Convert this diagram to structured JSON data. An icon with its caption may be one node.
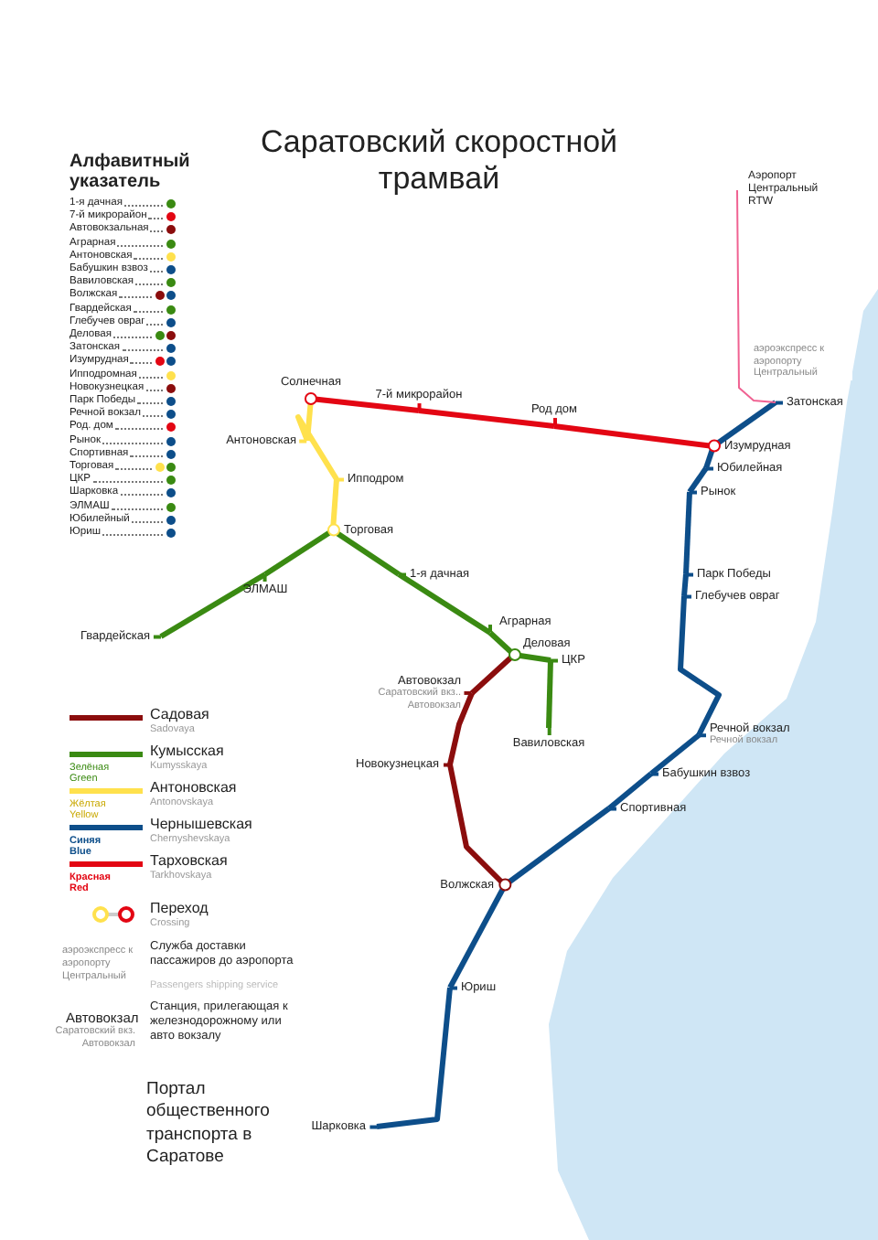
{
  "diagram": {
    "title": "Саратовский скоростной трамвай",
    "nodes": [
      {
        "text": [
          "Солнечная"
        ]
      },
      {
        "text": [
          "7-й микрорайон"
        ]
      },
      {
        "text": [
          "Род дом"
        ]
      },
      {
        "text": [
          "Изумрудная"
        ]
      },
      {
        "text": [
          "Антоновская"
        ]
      },
      {
        "text": [
          "Ипподром"
        ]
      },
      {
        "text": [
          "Торговая"
        ]
      },
      {
        "text": [
          "Гвардейская"
        ]
      },
      {
        "text": [
          "ЭЛМАШ"
        ]
      },
      {
        "text": [
          "1-я дачная"
        ]
      },
      {
        "text": [
          "Аграрная"
        ]
      },
      {
        "text": [
          "Деловая"
        ]
      },
      {
        "text": [
          "ЦКР"
        ]
      },
      {
        "text": [
          "Вавиловская"
        ]
      },
      {
        "text": [
          "Автовокзал"
        ],
        "beside": [
          "Саратовский вкз..",
          "Автовокзал"
        ]
      },
      {
        "text": [
          "Новокузнецкая"
        ]
      },
      {
        "text": [
          "Волжская"
        ]
      },
      {
        "text": [
          "Затонская"
        ]
      },
      {
        "text": [
          "Юбилейная"
        ]
      },
      {
        "text": [
          "Рынок"
        ]
      },
      {
        "text": [
          "Парк Победы"
        ]
      },
      {
        "text": [
          "Глебучев овраг"
        ]
      },
      {
        "text": [
          "Речной вокзал"
        ],
        "beside": [
          "Речной вокзал"
        ]
      },
      {
        "text": [
          "Бабушкин взвоз"
        ]
      },
      {
        "text": [
          "Спортивная"
        ]
      },
      {
        "text": [
          "Юриш"
        ]
      },
      {
        "text": [
          "Шарковка"
        ]
      },
      {
        "text": [
          "Аэропорт Центральный RTW"
        ]
      }
    ],
    "edges": [
      {
        "from": 0,
        "to": 1,
        "arrow": "none",
        "color": "#e30613"
      },
      {
        "from": 1,
        "to": 2,
        "arrow": "none",
        "color": "#e30613"
      },
      {
        "from": 2,
        "to": 3,
        "arrow": "none",
        "color": "#e30613"
      },
      {
        "from": 0,
        "to": 4,
        "arrow": "none",
        "color": "#ffe14d"
      },
      {
        "from": 4,
        "to": 5,
        "arrow": "none",
        "color": "#ffe14d"
      },
      {
        "from": 5,
        "to": 6,
        "arrow": "none",
        "color": "#ffe14d"
      },
      {
        "from": 7,
        "to": 8,
        "arrow": "none",
        "color": "#3a8a12"
      },
      {
        "from": 8,
        "to": 6,
        "arrow": "none",
        "color": "#3a8a12"
      },
      {
        "from": 6,
        "to": 9,
        "arrow": "none",
        "color": "#3a8a12"
      },
      {
        "from": 9,
        "to": 10,
        "arrow": "none",
        "color": "#3a8a12"
      },
      {
        "from": 10,
        "to": 11,
        "arrow": "none",
        "color": "#3a8a12"
      },
      {
        "from": 11,
        "to": 12,
        "arrow": "none",
        "color": "#3a8a12"
      },
      {
        "from": 12,
        "to": 13,
        "arrow": "none",
        "color": "#3a8a12"
      },
      {
        "from": 11,
        "to": 14,
        "arrow": "none",
        "color": "#8b0d0d"
      },
      {
        "from": 14,
        "to": 15,
        "arrow": "none",
        "color": "#8b0d0d"
      },
      {
        "from": 15,
        "to": 16,
        "arrow": "none",
        "color": "#8b0d0d"
      },
      {
        "from": 17,
        "to": 3,
        "arrow": "none",
        "color": "#0d4e8a"
      },
      {
        "from": 3,
        "to": 18,
        "arrow": "none",
        "color": "#0d4e8a"
      },
      {
        "from": 18,
        "to": 19,
        "arrow": "none",
        "color": "#0d4e8a"
      },
      {
        "from": 19,
        "to": 20,
        "arrow": "none",
        "color": "#0d4e8a"
      },
      {
        "from": 20,
        "to": 21,
        "arrow": "none",
        "color": "#0d4e8a"
      },
      {
        "from": 21,
        "to": 22,
        "arrow": "none",
        "color": "#0d4e8a"
      },
      {
        "from": 22,
        "to": 23,
        "arrow": "none",
        "color": "#0d4e8a"
      },
      {
        "from": 23,
        "to": 24,
        "arrow": "none",
        "color": "#0d4e8a"
      },
      {
        "from": 24,
        "to": 16,
        "arrow": "none",
        "color": "#0d4e8a"
      },
      {
        "from": 16,
        "to": 25,
        "arrow": "none",
        "color": "#0d4e8a"
      },
      {
        "from": 25,
        "to": 26,
        "arrow": "none",
        "color": "#0d4e8a"
      },
      {
        "from": 27,
        "to": 17,
        "arrow": "none",
        "color": "#f06292",
        "label": "аэроэкспресс к аэропорту Центральный"
      }
    ],
    "labels": [
      "Алфавитный указатель",
      "1-я дачная",
      "7-й микрорайон",
      "Автовокзальная",
      "Аграрная",
      "Антоновская",
      "Бабушкин взвоз",
      "Вавиловская",
      "Волжская",
      "Гвардейская",
      "Глебучев овраг",
      "Деловая",
      "Затонская",
      "Изумрудная",
      "Ипподромная",
      "Новокузнецкая",
      "Парк Победы",
      "Речной вокзал",
      "Род. дом",
      "Рынок",
      "Спортивная",
      "Торговая",
      "ЦКР",
      "Шарковка",
      "ЭЛМАШ",
      "Юбилейный",
      "Юриш",
      "Sadovaya",
      "Kumysskaya",
      "Зелёная Green",
      "Antonovskaya",
      "Жёлтая Yellow",
      "Chernyshevskaya",
      "Синяя Blue",
      "Tarkhovskaya",
      "Красная Red",
      "Crossing",
      "аэроэкспресс к аэропорту Центральный",
      "Passengers shipping service",
      "Автовокзал",
      "Саратовский вкз.",
      "Автовокзал",
      "Портал общественного транспорта в Саратове"
    ],
    "legend": [
      {
        "text": "Садовая",
        "color": "#8b0d0d"
      },
      {
        "text": "Кумысская",
        "color": "#3a8a12"
      },
      {
        "text": "Антоновская",
        "color": "#ffe14d"
      },
      {
        "text": "Чернышевская",
        "color": "#0d4e8a"
      },
      {
        "text": "Тарховская",
        "color": "#e30613"
      },
      {
        "text": "Переход"
      },
      {
        "text": "Служба доставки пассажиров до аэропорта"
      },
      {
        "text": "Станция, прилегающая к железнодорожному или авто вокзалу"
      }
    ]
  }
}
